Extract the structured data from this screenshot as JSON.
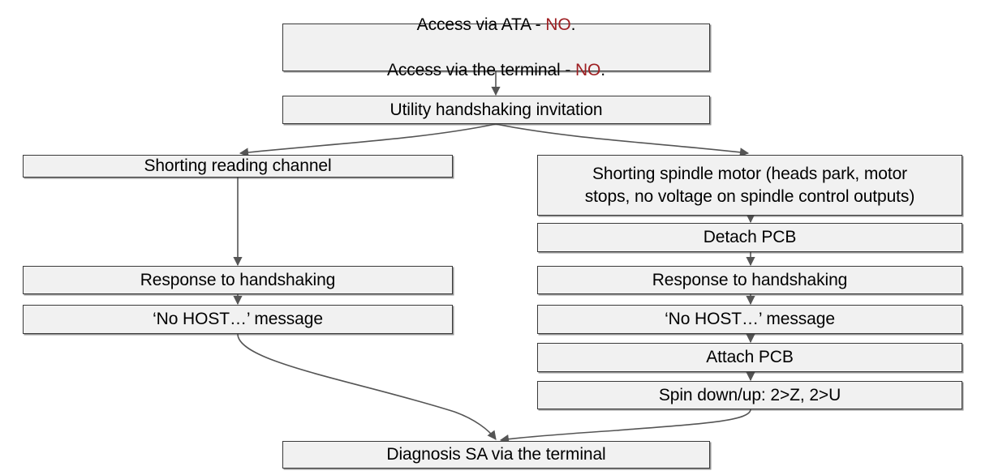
{
  "diagram": {
    "title": "HDD diagnosis flowchart",
    "type": "flowchart",
    "colors": {
      "node_fill": "#f1f1f1",
      "node_border": "#3a3a3a",
      "edge": "#555555",
      "text": "#000000",
      "negative": "#9e1f22",
      "background": "#ffffff"
    },
    "nodes": [
      {
        "id": "access-check",
        "line1_prefix": "Access via ATA - ",
        "line1_value": "NO",
        "line1_suffix": ".",
        "line2_prefix": "Access via the terminal - ",
        "line2_value": "NO",
        "line2_suffix": "."
      },
      {
        "id": "utility-handshaking-invitation",
        "label": "Utility handshaking invitation"
      },
      {
        "id": "shorting-reading-channel",
        "label": "Shorting reading channel"
      },
      {
        "id": "shorting-spindle-motor",
        "label": "Shorting spindle motor (heads park, motor\nstops, no voltage on spindle control outputs)"
      },
      {
        "id": "detach-pcb",
        "label": "Detach PCB"
      },
      {
        "id": "response-to-handshaking-left",
        "label": "Response to handshaking"
      },
      {
        "id": "response-to-handshaking-right",
        "label": "Response to handshaking"
      },
      {
        "id": "no-host-message-left",
        "label": "‘No HOST…’ message"
      },
      {
        "id": "no-host-message-right",
        "label": "‘No HOST…’ message"
      },
      {
        "id": "attach-pcb",
        "label": "Attach PCB"
      },
      {
        "id": "spin-down-up",
        "label": "Spin down/up: 2>Z, 2>U"
      },
      {
        "id": "diagnosis-sa-via-terminal",
        "label": "Diagnosis SA via the terminal"
      }
    ],
    "edges": [
      {
        "from": "access-check",
        "to": "utility-handshaking-invitation",
        "style": "straight"
      },
      {
        "from": "utility-handshaking-invitation",
        "to": "shorting-reading-channel",
        "style": "curved"
      },
      {
        "from": "utility-handshaking-invitation",
        "to": "shorting-spindle-motor",
        "style": "curved"
      },
      {
        "from": "shorting-reading-channel",
        "to": "response-to-handshaking-left",
        "style": "straight"
      },
      {
        "from": "response-to-handshaking-left",
        "to": "no-host-message-left",
        "style": "straight"
      },
      {
        "from": "no-host-message-left",
        "to": "diagnosis-sa-via-terminal",
        "style": "curved"
      },
      {
        "from": "shorting-spindle-motor",
        "to": "detach-pcb",
        "style": "straight"
      },
      {
        "from": "detach-pcb",
        "to": "response-to-handshaking-right",
        "style": "straight"
      },
      {
        "from": "response-to-handshaking-right",
        "to": "no-host-message-right",
        "style": "straight"
      },
      {
        "from": "no-host-message-right",
        "to": "attach-pcb",
        "style": "straight"
      },
      {
        "from": "attach-pcb",
        "to": "spin-down-up",
        "style": "straight"
      },
      {
        "from": "spin-down-up",
        "to": "diagnosis-sa-via-terminal",
        "style": "curved"
      }
    ]
  }
}
